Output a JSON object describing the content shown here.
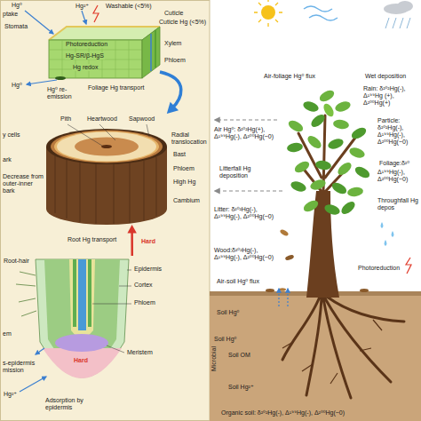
{
  "diagram": {
    "nodes": [
      {
        "text": [
          "Photoreduction",
          "Hg-SR/β-HgS",
          "Hg redox"
        ]
      },
      {
        "text": [
          "Pith",
          "Heartwood",
          "Sapwood"
        ]
      },
      {
        "text": [
          "Epidermis",
          "Cortex",
          "Phloem",
          "Meristem"
        ]
      }
    ],
    "edges": [
      {
        "from": 0,
        "to": 1,
        "arrow": "to",
        "label": "Foliage Hg transport"
      },
      {
        "from": 2,
        "to": 1,
        "arrow": "to",
        "label": "Root Hg transport"
      }
    ],
    "labels": [
      "Hg⁰",
      "ptake",
      "Hg²⁺",
      "Washable (<5%)",
      "Cuticle",
      "Stomata",
      "Cuticle Hg (<5%)",
      "Xylem",
      "Phloem",
      "Hg⁰",
      "Hg⁰ re-emission",
      "y cells",
      "Radial translocation",
      "ark",
      "Bast",
      "Decrease from outer-inner bark",
      "Phloem",
      "High Hg",
      "Cambium",
      "Hard",
      "Root-hair",
      "em",
      "Hard",
      "s-epidermis mission",
      "Hg²⁺",
      "Adsorption by epidermis",
      "Air-foliage Hg⁰ flux",
      "Wet deposition",
      "Rain: δ²⁰²Hg(-), Δ¹⁹⁹Hg (+), Δ²⁰⁰Hg(+)",
      "Air Hg⁰: δ²⁰²Hg(+), Δ¹⁹⁹Hg(-), Δ²⁰⁰Hg(~0)",
      "Particle: δ²⁰²Hg(-), Δ¹⁹⁹Hg(-), Δ²⁰⁰Hg(~0)",
      "Foliage:δ²⁰",
      "Δ¹⁹⁹Hg(-), Δ²⁰⁰Hg(~0)",
      "Litterfall Hg deposition",
      "Litter: δ²⁰²Hg(-), Δ¹⁹⁹Hg(-), Δ²⁰⁰Hg(~0)",
      "Throughfall Hg depos",
      "Wood:δ²⁰²Hg(-), Δ¹⁹⁹Hg(-), Δ²⁰⁰Hg(~0)",
      "Photoreduction",
      "Air-soil Hg⁰ flux",
      "Soil Hg⁰",
      "Soil Hg⁰",
      "Microbial",
      "Soil OM",
      "Soil Hg²⁺",
      "Organic soil: δ²⁰²Hg(-), Δ¹⁹⁹Hg(-), Δ²⁰⁰Hg(~0)"
    ]
  }
}
